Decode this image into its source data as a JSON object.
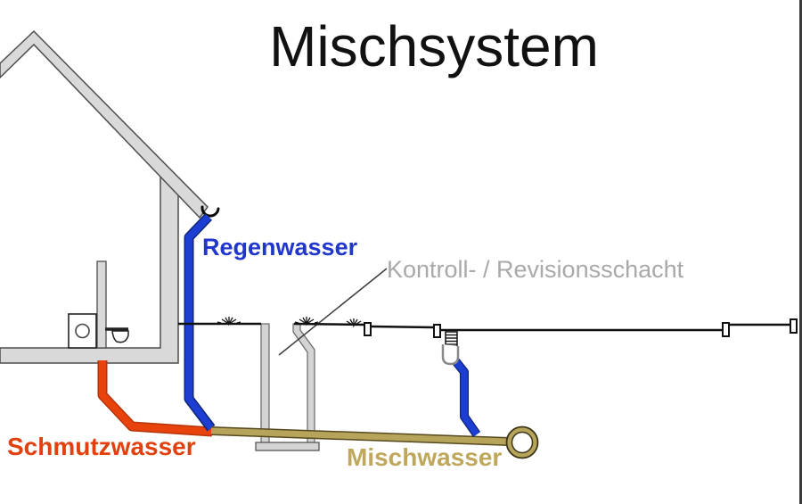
{
  "title": "Mischsystem",
  "labels": {
    "rainwater": "Regenwasser",
    "sewage": "Schmutzwasser",
    "mixed_water": "Mischwasser",
    "inspection_shaft": "Kontroll- / Revisionsschacht"
  },
  "colors": {
    "rainwater_pipe": "#1d3ed2",
    "rainwater_label": "#2136cc",
    "sewage_pipe": "#e8430d",
    "sewage_label": "#e2400d",
    "mixed_pipe": "#b5a459",
    "mixed_label": "#bfa75c",
    "inspection_label": "#a9a9a9",
    "structure_fill": "#d9d9d9",
    "structure_outline": "#4d4d4d",
    "ground_line": "#111111",
    "title_text": "#111111"
  }
}
